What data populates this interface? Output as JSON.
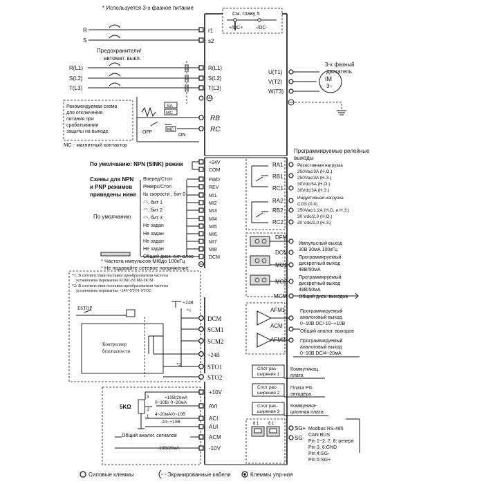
{
  "header": {
    "three_phase_note": "* Используется 3-х фазное питание",
    "see_chapter": "См. главу 5",
    "dc_plus": "+/DC+",
    "dc_minus": "-/DC-"
  },
  "left": {
    "r": "R",
    "s": "S",
    "fuse_label_1": "Предохранители/",
    "fuse_label_2": "автомат. выкл.",
    "rl1": "R(L1)",
    "sl2": "S(L2)",
    "tl3": "T(L3)",
    "recommend": [
      "Рекомендуемая схема",
      "для отключения",
      "питания при",
      "срабатывании",
      "защиты на выходе."
    ],
    "sa": "SA",
    "mc": "MC",
    "off": "OFF",
    "on": "ON",
    "contactor_note": "MC - магнитный контактор"
  },
  "power_terminals": {
    "r1": "r1",
    "s2": "s2",
    "rl1": "R(L1)",
    "sl2": "S(L2)",
    "tl3": "T(L3)",
    "rb": "RB",
    "rc": "RC"
  },
  "motor": {
    "title_1": "3-х фазный",
    "title_2": "двигатель",
    "u": "U(T1)",
    "v": "V(T2)",
    "w": "W(T3)",
    "im": "IM",
    "phase": "3~"
  },
  "sink": {
    "default_mode": "По умолчанию: NPN (SINK) режим",
    "p24v": "+24V",
    "com": "COM",
    "npn_1": "Схемы для NPN",
    "npn_2": "и PNP режимов",
    "npn_3": "приведены ниже",
    "by_default": "По умолчанию",
    "inputs": [
      {
        "desc": "Вперед/Стоп",
        "term": "FWD"
      },
      {
        "desc": "Реверс/Стоп",
        "term": "REV"
      },
      {
        "desc": "№ скорости , бит 0",
        "term": "MI1"
      },
      {
        "desc": "-\"-, бит 1",
        "term": "MI2"
      },
      {
        "desc": "-\"-, бит 2",
        "term": "MI3"
      },
      {
        "desc": "-\"-, бит 3",
        "term": "MI4"
      },
      {
        "desc": "Не задан",
        "term": "MI5"
      },
      {
        "desc": "Не задан",
        "term": "MI6"
      },
      {
        "desc": "Не задан",
        "term": "MI7"
      },
      {
        "desc": "Не задан",
        "term": "MI8"
      },
      {
        "desc": "Общий диск. сигналов",
        "term": "DCM"
      }
    ],
    "pulse_note": "* Частота импульсов  MI8до  100кГц",
    "no_mains": "* Не подавайте сетевое напряжение"
  },
  "sto": {
    "note1_a": "*1: В соответствии поставки преобразователя частоты",
    "note1_b": "установлена перемычка SCM1-SCM2-DCM",
    "note2_a": "*2: В соответствии поставки преобразователя частоты",
    "note2_b": "установлена перемычка +24V-STO1-STO2.",
    "estop": "ESTOP",
    "p24b": "+24В",
    "controller_1": "Контроллер",
    "controller_2": "безопасности",
    "star1": "*1",
    "star2": "*2",
    "terms": [
      "DCM",
      "SCM1",
      "SCM2",
      "+24В",
      "STO1",
      "STO2"
    ]
  },
  "analog": {
    "p10v": "+10V",
    "avi": "AVI",
    "aci": "ACI",
    "aui": "AUI",
    "acm": "ACM",
    "m10v": "-10V",
    "pot": "5KΩ",
    "lab_p10v": "+10В/20мА",
    "lab_avi": "0~10В/ 0~20мА",
    "lab_aci": "4~20мА/0~10В",
    "lab_aui": "-10~+10В",
    "lab_common": "Общий аналог. сигналов",
    "lab_m10v": "-10В/20мА",
    "s3": "3",
    "s2": "2",
    "s1": "1"
  },
  "relay": {
    "title_1": "Программируемые релейные",
    "title_2": "выходы",
    "ra1": "RA1",
    "rb1": "RB1",
    "rc1": "RC1",
    "ra2": "RA2",
    "rb2": "RB2",
    "rc2": "RC2",
    "res_lines": [
      "Резистивная нагрузка",
      "250Vac/3A (Н.О.)",
      "250Vac/3A (Н.З.)",
      "30Vdc/5A (Н.О.)",
      "30Vdc/3A (Н.З.)"
    ],
    "ind_lines": [
      "Индуктивная нагрузка",
      "COS (0.4)",
      "250Vac/1.2A (Н.О. и Н.З.)",
      "30 Vdc/2.0 (Н.О.)",
      "30 Vdc/2.0 (Н.З.)"
    ]
  },
  "digital_out": {
    "dfm": "DFM",
    "dcm": "DCM",
    "mo1": "MO1",
    "mo2": "MO2",
    "mcm": "MCM",
    "pulse_1": "Импульсный выход",
    "pulse_2": "30В 30мА 100кГц",
    "mo1_1": "Программируемый",
    "mo1_2": "дискретный выход",
    "mo1_3": "48В/50мА",
    "mo2_1": "Программируемый",
    "mo2_2": "дискретный выход",
    "mo2_3": "48В/50мА",
    "mcm_lab": "Общий диск. выходов"
  },
  "analog_out": {
    "afm1": "AFM1",
    "acm": "ACM",
    "afm2": "AFM2",
    "afm1_1": "Программируемый",
    "afm1_2": "аналоговый выход",
    "afm1_3": "0~10В DC/-10~+10В",
    "acm_lab": "Общий аналог. выходов",
    "afm2_1": "Программируемый",
    "afm2_2": "аналоговый выход",
    "afm2_3": "0~10В DC/4~20мА"
  },
  "slots": {
    "slot1_a": "Слот рас-",
    "slot1_b": "ширения 1",
    "slot1_desc_a": "Коммуникац.",
    "slot1_desc_b": "плата",
    "slot2_a": "Слот рас-",
    "slot2_b": "ширения 2",
    "slot2_desc_a": "Плата PG",
    "slot2_desc_b": "энкодера",
    "slot3_a": "Слот рас-",
    "slot3_b": "ширения 3",
    "slot3_desc_a": "Коммуника-",
    "slot3_desc_b": "ционная плата"
  },
  "comm": {
    "sg_plus": "SG+",
    "sg_minus": "SG-",
    "pin81_a": "8  1",
    "pin81_b": "8  1",
    "lines": [
      "Modbus RS-485",
      "CAN BUS",
      "Pin 1~2, 7, 8: резерв",
      "Pin 3, 6:GND",
      "Pin 4:SG-",
      "Pin 5:SG+"
    ]
  },
  "legend": {
    "power": "Силовые клеммы",
    "shielded": "Экранированные кабели",
    "control": "Клеммы упр-ния"
  }
}
